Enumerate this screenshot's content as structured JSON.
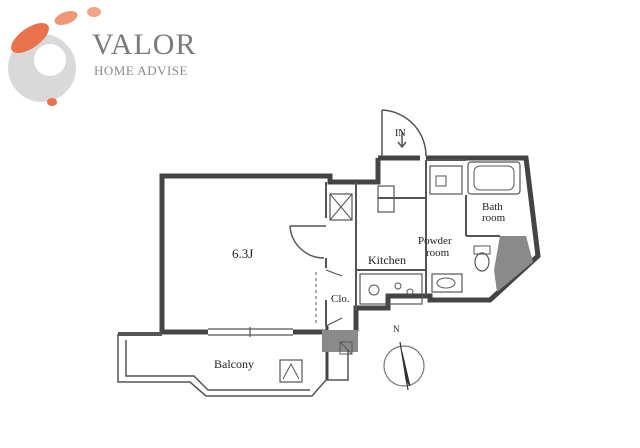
{
  "brand": {
    "name": "VALOR",
    "tagline": "HOME ADVISE",
    "colors": {
      "orange": "#e8734a",
      "grey": "#cfcfcf",
      "text": "#7a7a7a"
    }
  },
  "floorplan": {
    "rooms": {
      "main_room": "6.3J",
      "kitchen": "Kitchen",
      "closet": "Clo.",
      "powder_room_line1": "Powder",
      "powder_room_line2": "room",
      "bath_line1": "Bath",
      "bath_line2": "room",
      "balcony": "Balcony"
    },
    "entrance": "IN",
    "compass": "N"
  }
}
